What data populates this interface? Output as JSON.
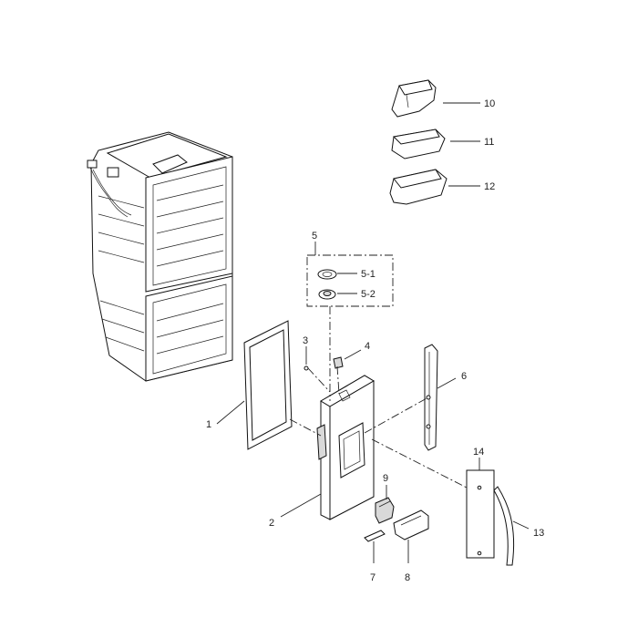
{
  "callouts": {
    "c1": "1",
    "c2": "2",
    "c3": "3",
    "c4": "4",
    "c5": "5",
    "c5_1": "5-1",
    "c5_2": "5-2",
    "c6": "6",
    "c7": "7",
    "c8": "8",
    "c9": "9",
    "c10": "10",
    "c11": "11",
    "c12": "12",
    "c13": "13",
    "c14": "14"
  }
}
